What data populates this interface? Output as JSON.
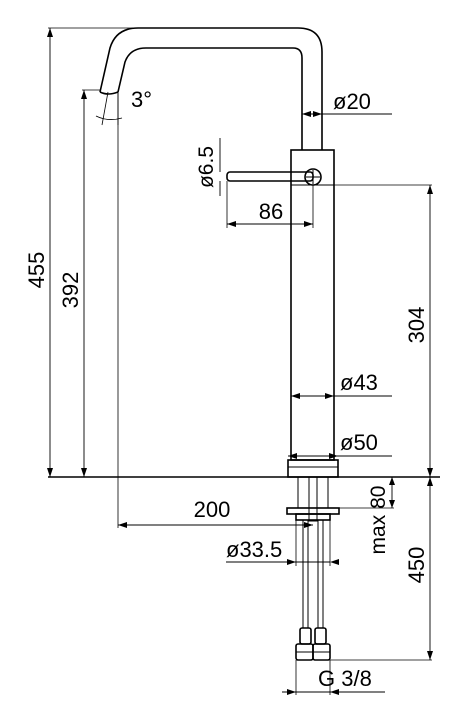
{
  "dimensions": {
    "total_height": "455",
    "spout_height": "392",
    "spout_angle": "3°",
    "spout_tube_diameter": "ø20",
    "handle_diameter": "ø6.5",
    "handle_length": "86",
    "body_height": "304",
    "body_diameter": "ø43",
    "base_diameter": "ø50",
    "spout_reach": "200",
    "max_deck_thickness": "max 80",
    "hole_diameter": "ø33.5",
    "hose_length": "450",
    "connection_thread": "G 3/8"
  }
}
